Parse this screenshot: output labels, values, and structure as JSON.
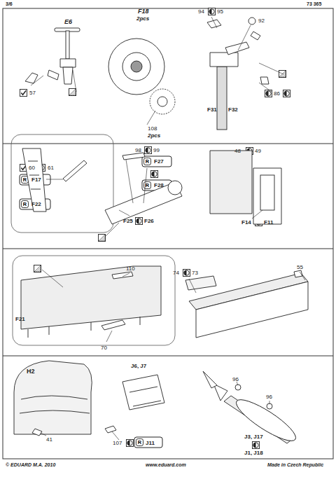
{
  "diagram": {
    "labels": [
      "3/6",
      "73 365",
      "E6",
      "57",
      "F18",
      "2pcs",
      "108",
      "2pcs",
      "94",
      "95",
      "92",
      "86",
      "F31",
      "F32",
      "60",
      "61",
      "F17",
      "F22",
      "98",
      "99",
      "F27",
      "F28",
      "F25",
      "F26",
      "48",
      "49",
      "F14",
      "F11",
      "F21",
      "110",
      "70",
      "74",
      "73",
      "55",
      "H2",
      "41",
      "J6, J7",
      "107",
      "J11",
      "96",
      "96",
      "J3, J17",
      "J1, J18",
      "© EDUARD  M.A. 2010",
      "www.eduard.com",
      "Made in Czech Republic"
    ]
  }
}
